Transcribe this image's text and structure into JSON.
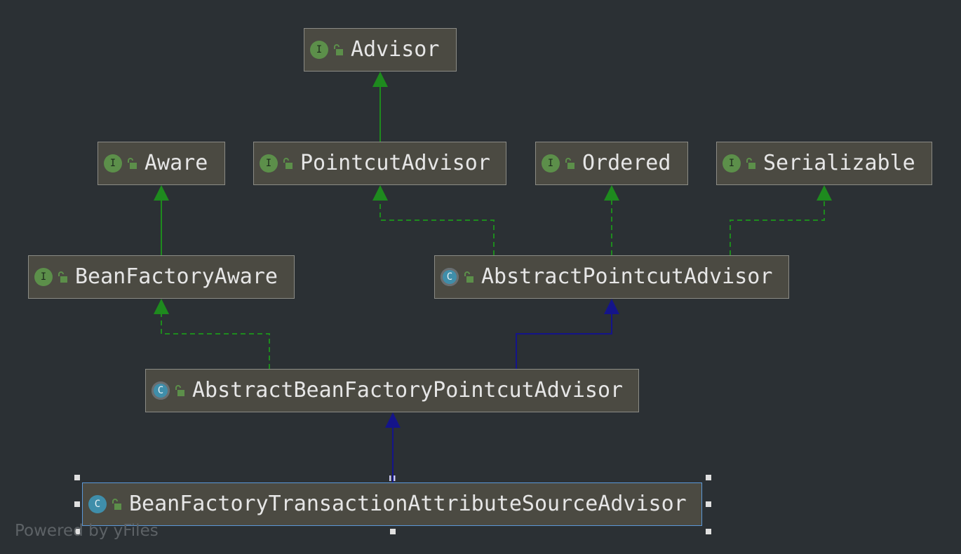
{
  "diagram": {
    "background": "#2b3034",
    "nodes": [
      {
        "id": "advisor",
        "label": "Advisor",
        "kind": "interface",
        "icon": "I"
      },
      {
        "id": "aware",
        "label": "Aware",
        "kind": "interface",
        "icon": "I"
      },
      {
        "id": "pointcut_advisor",
        "label": "PointcutAdvisor",
        "kind": "interface",
        "icon": "I"
      },
      {
        "id": "ordered",
        "label": "Ordered",
        "kind": "interface",
        "icon": "I"
      },
      {
        "id": "serializable",
        "label": "Serializable",
        "kind": "interface",
        "icon": "I"
      },
      {
        "id": "bean_factory_aware",
        "label": "BeanFactoryAware",
        "kind": "interface",
        "icon": "I"
      },
      {
        "id": "abstract_pointcut_advisor",
        "label": "AbstractPointcutAdvisor",
        "kind": "abstract-class",
        "icon": "C"
      },
      {
        "id": "abstract_bean_factory_pointcut_advisor",
        "label": "AbstractBeanFactoryPointcutAdvisor",
        "kind": "abstract-class",
        "icon": "C"
      },
      {
        "id": "bean_factory_transaction_attribute_source_advisor",
        "label": "BeanFactoryTransactionAttributeSourceAdvisor",
        "kind": "class",
        "icon": "C",
        "selected": true
      }
    ],
    "edges": [
      {
        "from": "pointcut_advisor",
        "to": "advisor",
        "relation": "extends",
        "style": "solid",
        "color": "#1e8a1e"
      },
      {
        "from": "bean_factory_aware",
        "to": "aware",
        "relation": "extends",
        "style": "solid",
        "color": "#1e8a1e"
      },
      {
        "from": "abstract_pointcut_advisor",
        "to": "pointcut_advisor",
        "relation": "implements",
        "style": "dashed",
        "color": "#1e8a1e"
      },
      {
        "from": "abstract_pointcut_advisor",
        "to": "ordered",
        "relation": "implements",
        "style": "dashed",
        "color": "#1e8a1e"
      },
      {
        "from": "abstract_pointcut_advisor",
        "to": "serializable",
        "relation": "implements",
        "style": "dashed",
        "color": "#1e8a1e"
      },
      {
        "from": "abstract_bean_factory_pointcut_advisor",
        "to": "bean_factory_aware",
        "relation": "implements",
        "style": "dashed",
        "color": "#1e8a1e"
      },
      {
        "from": "abstract_bean_factory_pointcut_advisor",
        "to": "abstract_pointcut_advisor",
        "relation": "extends",
        "style": "solid",
        "color": "#14148a"
      },
      {
        "from": "bean_factory_transaction_attribute_source_advisor",
        "to": "abstract_bean_factory_pointcut_advisor",
        "relation": "extends",
        "style": "solid",
        "color": "#14148a"
      }
    ]
  },
  "watermark": "Powered by yFiles",
  "colors": {
    "node_fill": "#4b4a42",
    "node_border": "#8b8b85",
    "selected_border": "#5b98d8",
    "interface_icon": "#5c8f4a",
    "class_icon": "#3f8eaa",
    "implements_arrow": "#1e8a1e",
    "extends_class_arrow": "#14148a"
  }
}
